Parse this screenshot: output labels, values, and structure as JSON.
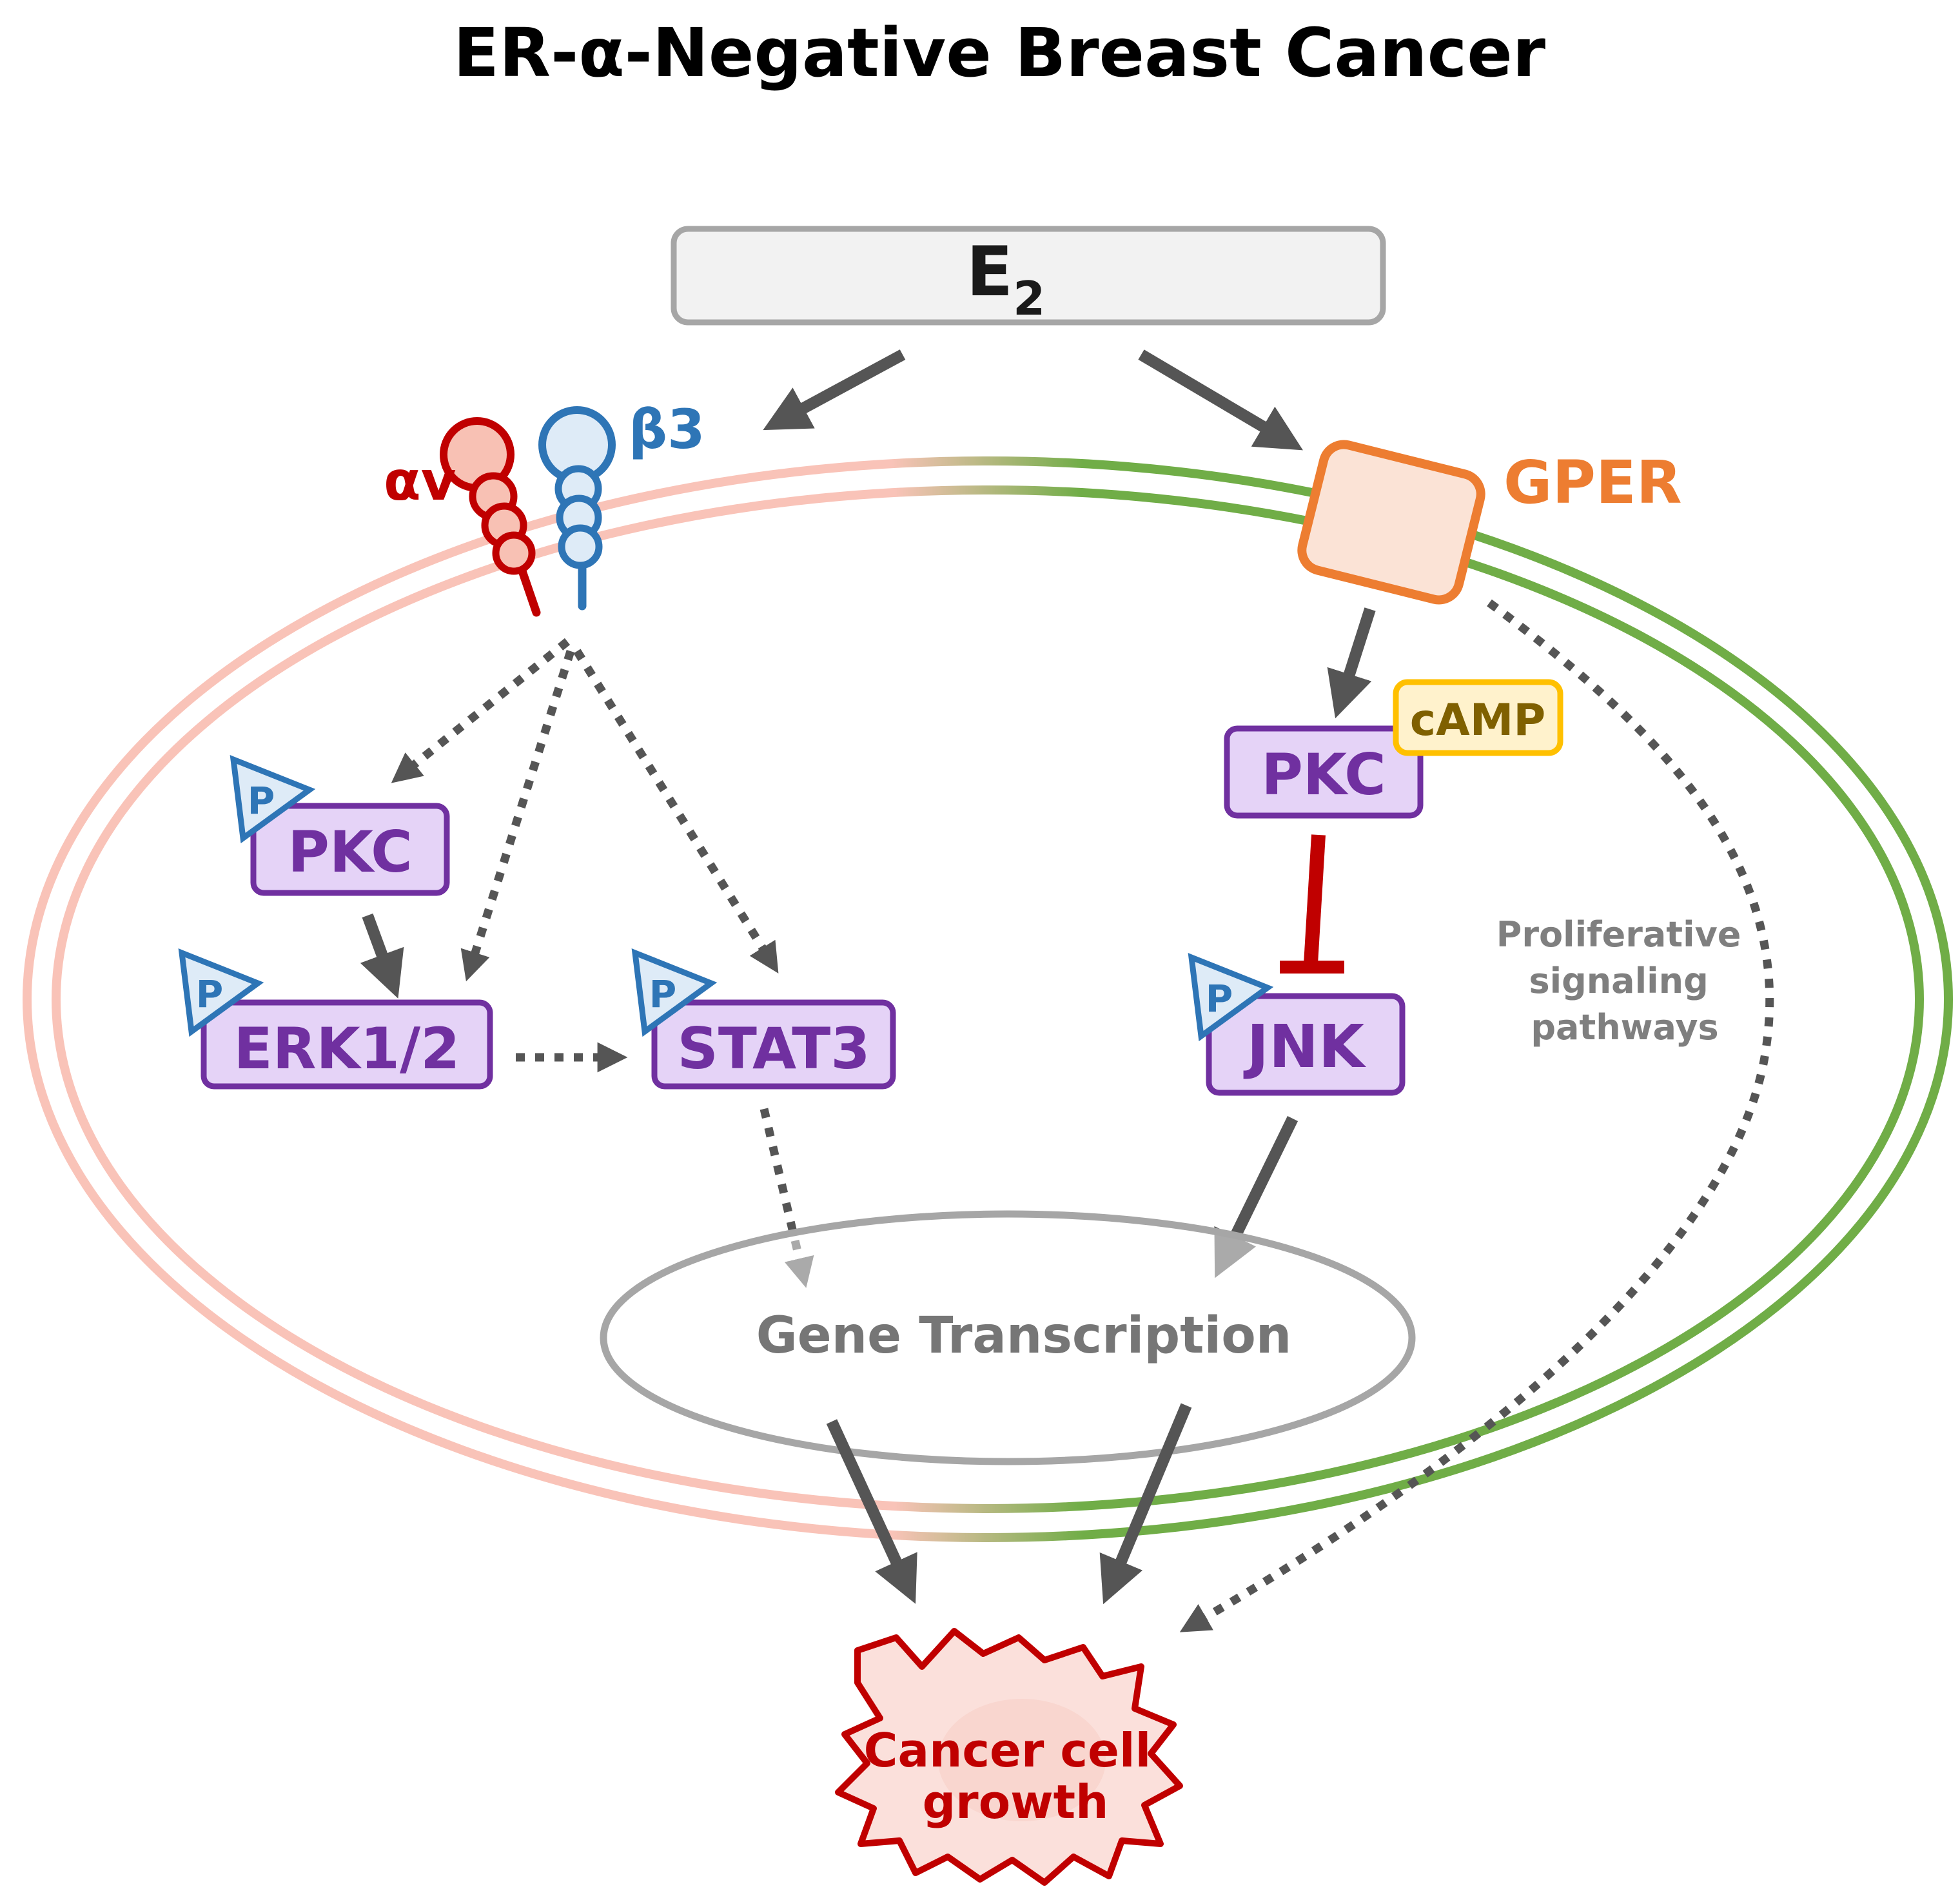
{
  "title": "ER-α-Negative Breast Cancer",
  "e2": {
    "main": "E",
    "sub": "2"
  },
  "integrin": {
    "alpha": "αv",
    "beta": "β3"
  },
  "gper": "GPER",
  "left": {
    "pkc": "PKC",
    "erk": "ERK1/2",
    "stat3": "STAT3",
    "phospho": "P"
  },
  "right": {
    "pkc": "PKC",
    "camp": "cAMP",
    "jnk": "JNK",
    "phospho": "P"
  },
  "proliferative": [
    "Proliferative",
    "signaling",
    "pathways"
  ],
  "gene_transcription": "Gene Transcription",
  "cancer_growth": [
    "Cancer cell",
    "growth"
  ],
  "colors": {
    "arrow": "#555555",
    "membrane_left": "#f9c3b8",
    "membrane_right": "#70ad47",
    "alpha": "#c00000",
    "beta": "#2e75b6",
    "gper": "#ed7d31",
    "kinase_fill": "#e5d3f7",
    "kinase_stroke": "#7030a0",
    "camp_fill": "#fff2cc",
    "camp_stroke": "#ffc000",
    "inhibit": "#c00000",
    "cancer": "#c00000"
  }
}
